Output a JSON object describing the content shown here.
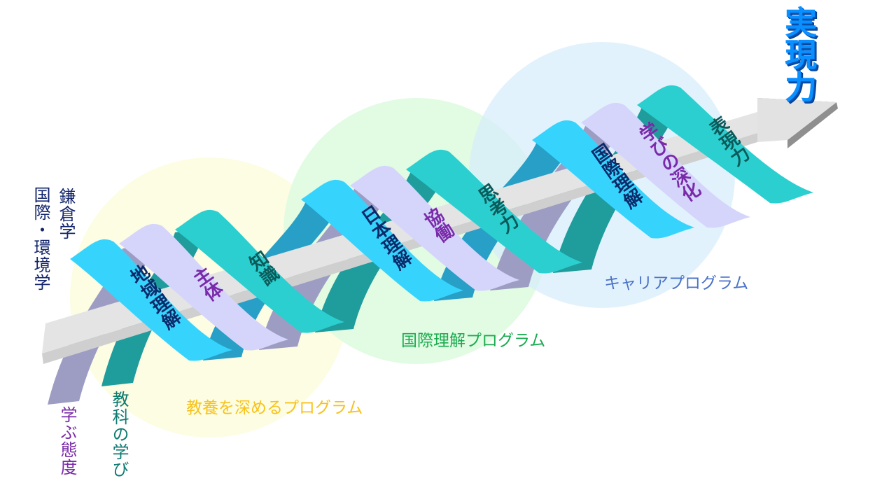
{
  "goal": "実現力",
  "programs": [
    {
      "label": "教養を深めるプログラム",
      "color": "#f7c21b"
    },
    {
      "label": "国際理解プログラム",
      "color": "#1aab4f"
    },
    {
      "label": "キャリアプログラム",
      "color": "#4a72c8"
    }
  ],
  "left_labels": {
    "kamakura": "鎌倉学",
    "intl_env": "国際・環境学",
    "attitude": "学ぶ態度",
    "subjects": "教科の学び"
  },
  "strands": {
    "cyan": {
      "color": "#36d4fd",
      "back": "#279fc7",
      "text_color": "#0c2a6a",
      "labels": [
        "地域理解",
        "日本理解",
        "国際理解"
      ]
    },
    "lavender": {
      "color": "#d5d5fc",
      "back": "#9d9dc4",
      "text_color": "#7a2aa8",
      "labels": [
        "主体",
        "協働",
        "学びの深化"
      ]
    },
    "teal": {
      "color": "#2bcfcf",
      "back": "#1f9c9c",
      "text_color": "#0d5a5a",
      "labels": [
        "知識",
        "思考力",
        "表現力"
      ]
    }
  }
}
